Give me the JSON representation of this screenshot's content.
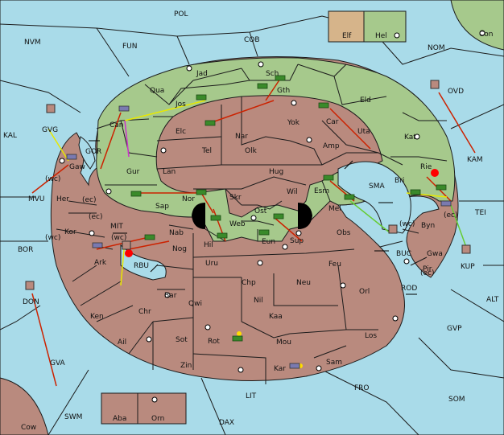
{
  "legend": {
    "powers": [
      {
        "name": "Elf",
        "color": "#d6b48a"
      },
      {
        "name": "Hel",
        "color": "#a6c98c"
      }
    ]
  },
  "colors": {
    "sea": "#a9dbe9",
    "elf_land": "#b98a7e",
    "hel_land": "#a6c98c",
    "move_arrow": "#cc2200",
    "support_arrow": "#e8e800",
    "convoy_arrow": "#cc33cc",
    "hold_arrow": "#66cc33"
  },
  "labels": {
    "sea": [
      "POL",
      "NVM",
      "FUN",
      "COB",
      "NOM",
      "Con",
      "OVD",
      "KAL",
      "GVG",
      "GOR",
      "MVU",
      "(wc)",
      "MIT",
      "BOR",
      "RBU",
      "DON",
      "GVA",
      "SMA",
      "TEI",
      "KAM",
      "BUC",
      "ROD",
      "ALT",
      "GVP",
      "KUP",
      "FRO",
      "SOM",
      "LIT",
      "SWM",
      "DAX",
      "Cow"
    ],
    "hel": [
      "Jad",
      "Sch",
      "Qua",
      "Jos",
      "Gth",
      "Eld",
      "Can",
      "Elc",
      "Nar",
      "Yok",
      "Car",
      "Uta",
      "Gur",
      "Tel",
      "Olk",
      "Amp",
      "Kat",
      "Lan",
      "Hug",
      "Bri",
      "Rie",
      "Sap",
      "Nor",
      "Skr",
      "Wil",
      "Esm",
      "Ost",
      "Web",
      "Eun"
    ],
    "elf": [
      "Gaw",
      "Her",
      "(ec)",
      "Kor",
      "(wc)",
      "Nab",
      "Ark",
      "Nog",
      "Hil",
      "Sup",
      "Mel",
      "Obs",
      "Byn",
      "Gwa",
      "Pir",
      "Uru",
      "Feu",
      "Chp",
      "Neu",
      "Orl",
      "Bar",
      "Qwi",
      "Nil",
      "Ken",
      "Kaa",
      "Chr",
      "Ail",
      "Sot",
      "Rot",
      "Mou",
      "Los",
      "Zin",
      "Kar",
      "Sam",
      "Aba",
      "Orn"
    ]
  },
  "coast_labels": [
    "(ec)",
    "(wc)",
    "(ec)",
    "(wc)",
    "(wc)",
    "(ec)",
    "(ec)",
    "(wc)"
  ]
}
